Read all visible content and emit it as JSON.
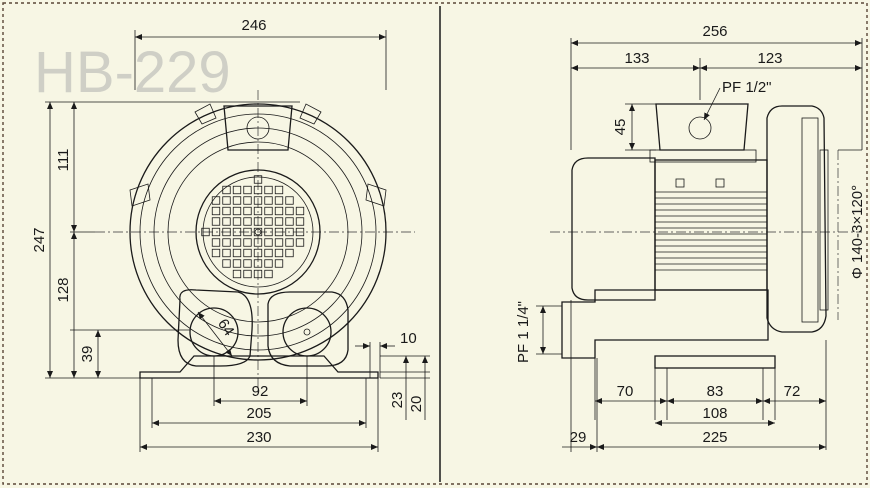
{
  "model_label": "HB-229",
  "front_view": {
    "width_overall": "246",
    "upper_height": "111",
    "total_height": "247",
    "lower_height": "128",
    "port_center_height": "39",
    "port_diameter": "64",
    "foot_width": "10",
    "port_spacing": "92",
    "base_width": "205",
    "base_outer_width": "230",
    "base_thickness": "23",
    "base_height": "20"
  },
  "side_view": {
    "length_overall": "256",
    "left_part": "133",
    "right_part": "123",
    "top_port_label": "PF 1/2\"",
    "motor_box_height": "45",
    "bottom_port_label": "PF 1 1/4\"",
    "flange_label": "Φ 140-3×120°",
    "base_left": "70",
    "base_mid": "83",
    "base_right": "72",
    "base_hole_spacing": "108",
    "base_offset": "29",
    "base_length": "225"
  }
}
